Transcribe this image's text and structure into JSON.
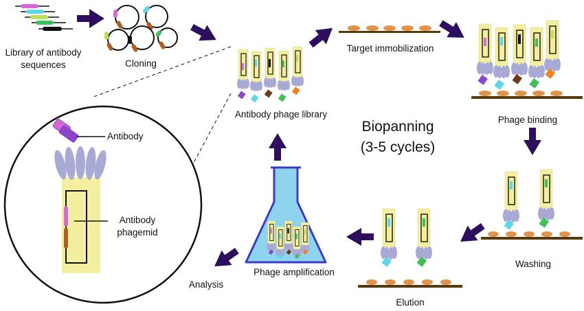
{
  "labels": {
    "library": "Library of antibody\nsequences",
    "cloning": "Cloning",
    "target_immobilization": "Target immobilization",
    "antibody_phage_library": "Antibody phage library",
    "phage_binding": "Phage binding",
    "biopanning": "Biopanning",
    "cycles": "(3-5 cycles)",
    "washing": "Washing",
    "elution": "Elution",
    "phage_amplification": "Phage amplification",
    "analysis": "Analysis",
    "antibody": "Antibody",
    "antibody_phagemid": "Antibody\nphagemid"
  },
  "colors": {
    "arrow": "#2e0f5e",
    "phage_body": "#f3eea0",
    "phage_tail": "#a9a9d6",
    "surface": "#5a3a0a",
    "target": "#e0934a",
    "flask": "#8fd4ef",
    "magenta": "#d56ad6",
    "cyan": "#5ed6e8",
    "orange_brown": "#b05e1e",
    "green": "#3fc05a",
    "purple": "#8b45c8"
  }
}
